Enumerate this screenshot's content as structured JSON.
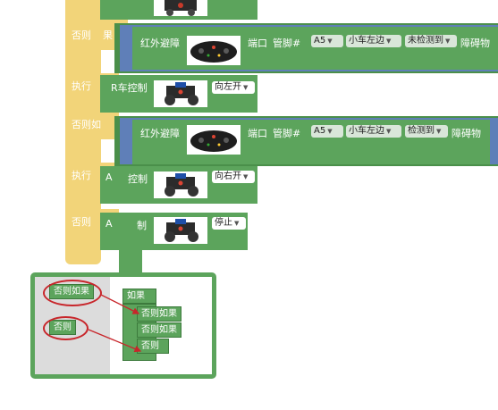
{
  "left_labels": {
    "else_1": "否则",
    "else_1_tail": "果",
    "exec_1": "执行",
    "else_if": "否则如",
    "exec_2": "执行",
    "else_2": "否则"
  },
  "sensor_block_1": {
    "title": "红外避障",
    "port_label": "端口",
    "pin_label": "管脚#",
    "pin_value": "A5",
    "side_value": "小车左边",
    "detect_value": "未检测到",
    "tail_label": "障碍物"
  },
  "sensor_block_2": {
    "title": "红外避障",
    "port_label": "端口",
    "pin_label": "管脚#",
    "pin_value": "A5",
    "side_value": "小车左边",
    "detect_value": "检测到",
    "tail_label": "障碍物"
  },
  "action_block_1": {
    "label": "R车控制",
    "value": "向左开"
  },
  "action_block_2": {
    "label": "A",
    "label_tail": "控制",
    "value": "向右开"
  },
  "action_block_3": {
    "label": "A",
    "label_tail": "制",
    "value": "停止"
  },
  "mutator": {
    "palette_else_if": "否则如果",
    "palette_else": "否则",
    "stack_if": "如果",
    "stack_else_if_1": "否则如果",
    "stack_else_if_2": "否则如果",
    "stack_else": "否则"
  },
  "colors": {
    "control_yellow": "#f2d479",
    "block_green": "#5ca45c",
    "sensor_blue": "#5f7fb8",
    "highlight_red": "#c8262b"
  },
  "icons": {
    "robot": "robot-car-image",
    "sensor": "ir-sensor-image",
    "dropdown": "triangle-down"
  }
}
